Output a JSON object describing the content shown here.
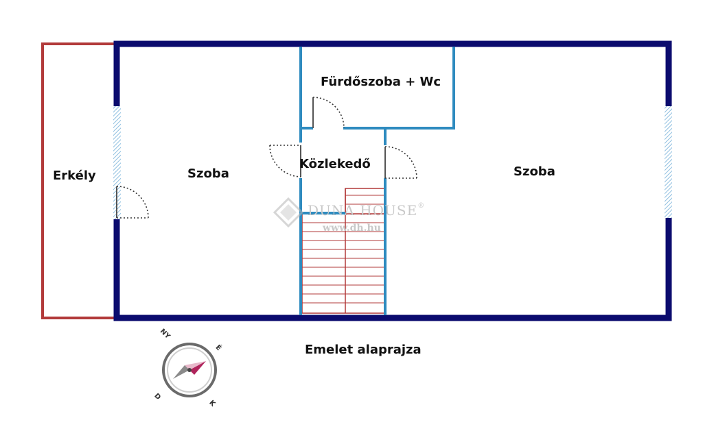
{
  "rooms": {
    "erkely": "Erkély",
    "szoba_left": "Szoba",
    "furdoszoba": "Fürdőszoba + Wc",
    "kozlekedo": "Közlekedő",
    "szoba_right": "Szoba"
  },
  "caption": "Emelet alaprajza",
  "watermark": {
    "brand": "DUNA HOUSE",
    "registered": "®",
    "url": "www.dh.hu"
  },
  "compass": {
    "ny": "NY",
    "e": "É",
    "d": "D",
    "k": "K"
  },
  "colors": {
    "outer_wall": "#0b0b6e",
    "inner_wall": "#2e8bbf",
    "balcony": "#b23a3a",
    "stairs": "#b23a3a",
    "window": "#8fbfe0",
    "compass_needle": "#b0245c"
  }
}
